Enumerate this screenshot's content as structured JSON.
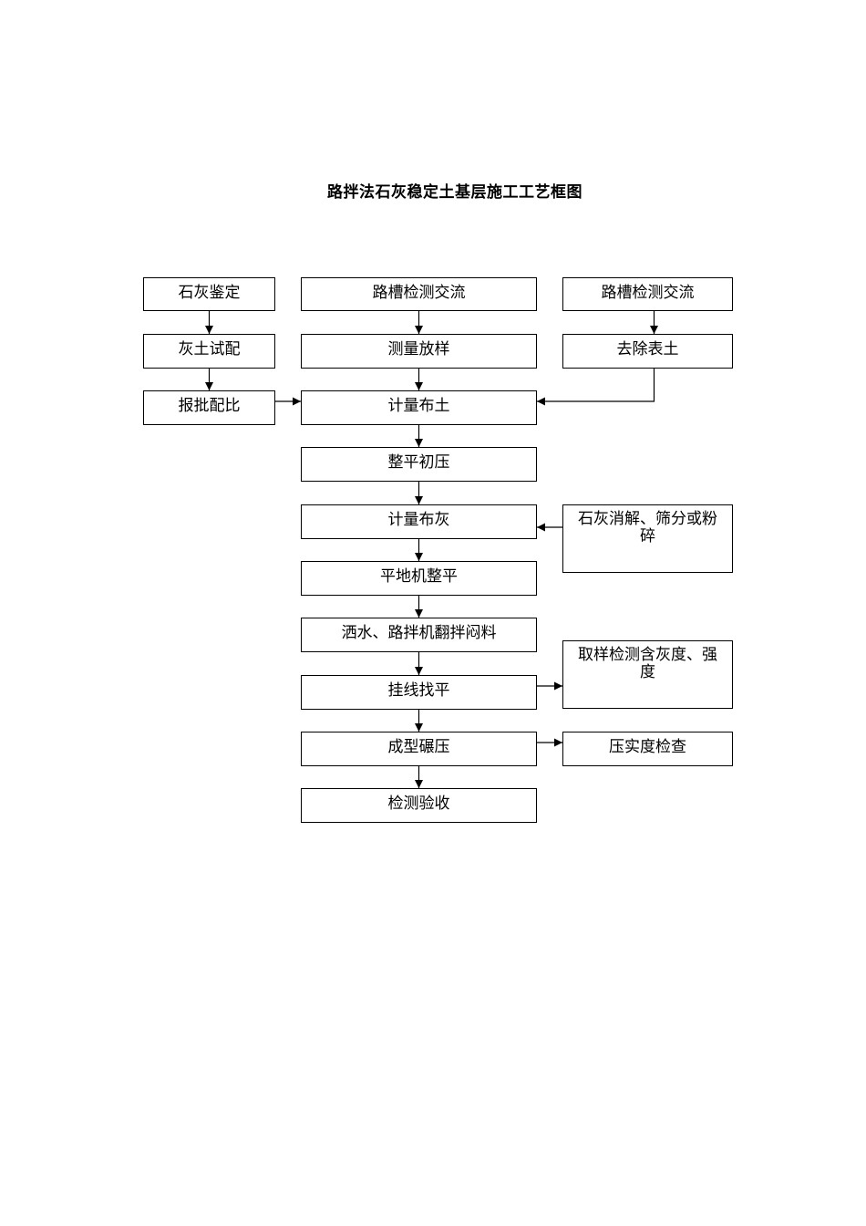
{
  "title": "路拌法石灰稳定土基层施工工艺框图",
  "left": {
    "box1": "石灰鉴定",
    "box2": "灰土试配",
    "box3": "报批配比"
  },
  "center": {
    "step1": "路槽检测交流",
    "step2": "测量放样",
    "step3": "计量布土",
    "step4": "整平初压",
    "step5": "计量布灰",
    "step6": "平地机整平",
    "step7": "洒水、路拌机翻拌闷料",
    "step8": "挂线找平",
    "step9": "成型碾压",
    "step10": "检测验收"
  },
  "right": {
    "box1": "路槽检测交流",
    "box2": "去除表土",
    "box3": "石灰消解、筛分或粉碎",
    "box4": "取样检测含灰度、强度",
    "box5": "压实度检查"
  }
}
